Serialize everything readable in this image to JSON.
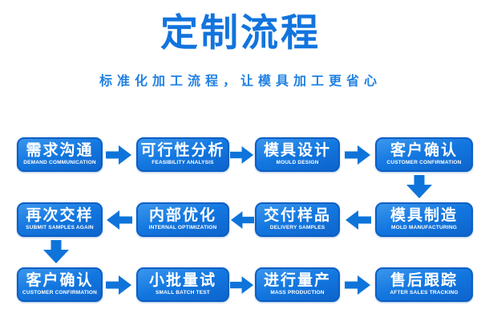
{
  "page": {
    "title": "定制流程",
    "subtitle": "标准化加工流程，让模具加工更省心"
  },
  "colors": {
    "accent_blue": "#1274dd",
    "subtitle_blue": "#2181e3",
    "box_border": "#0a5fc4",
    "box_gradient_top": "#3b97ee",
    "box_gradient_bottom": "#0d64cc",
    "arrow_blue": "#0e74da",
    "box_text": "#ffffff",
    "background": "#ffffff"
  },
  "flow": {
    "rows": [
      {
        "direction": "right",
        "steps": [
          {
            "zh": "需求沟通",
            "en": "DEMAND COMMUNICATION"
          },
          {
            "zh": "可行性分析",
            "en": "FEASIBILITY ANALYSIS"
          },
          {
            "zh": "模具设计",
            "en": "MOULD DESIGN"
          },
          {
            "zh": "客户确认",
            "en": "CUSTOMER CONFIRMATION"
          }
        ]
      },
      {
        "direction": "left",
        "steps": [
          {
            "zh": "再次交样",
            "en": "SUBMIT SAMPLES AGAIN"
          },
          {
            "zh": "内部优化",
            "en": "INTERNAL OPTIMIZATION"
          },
          {
            "zh": "交付样品",
            "en": "DELIVERY SAMPLES"
          },
          {
            "zh": "模具制造",
            "en": "MOLD MANUFACTURING"
          }
        ]
      },
      {
        "direction": "right",
        "steps": [
          {
            "zh": "客户确认",
            "en": "CUSTOMER CONFIRMATION"
          },
          {
            "zh": "小批量试",
            "en": "SMALL BATCH TEST"
          },
          {
            "zh": "进行量产",
            "en": "MASS PRODUCTION"
          },
          {
            "zh": "售后跟踪",
            "en": "AFTER SALES TRACKING"
          }
        ]
      }
    ]
  }
}
